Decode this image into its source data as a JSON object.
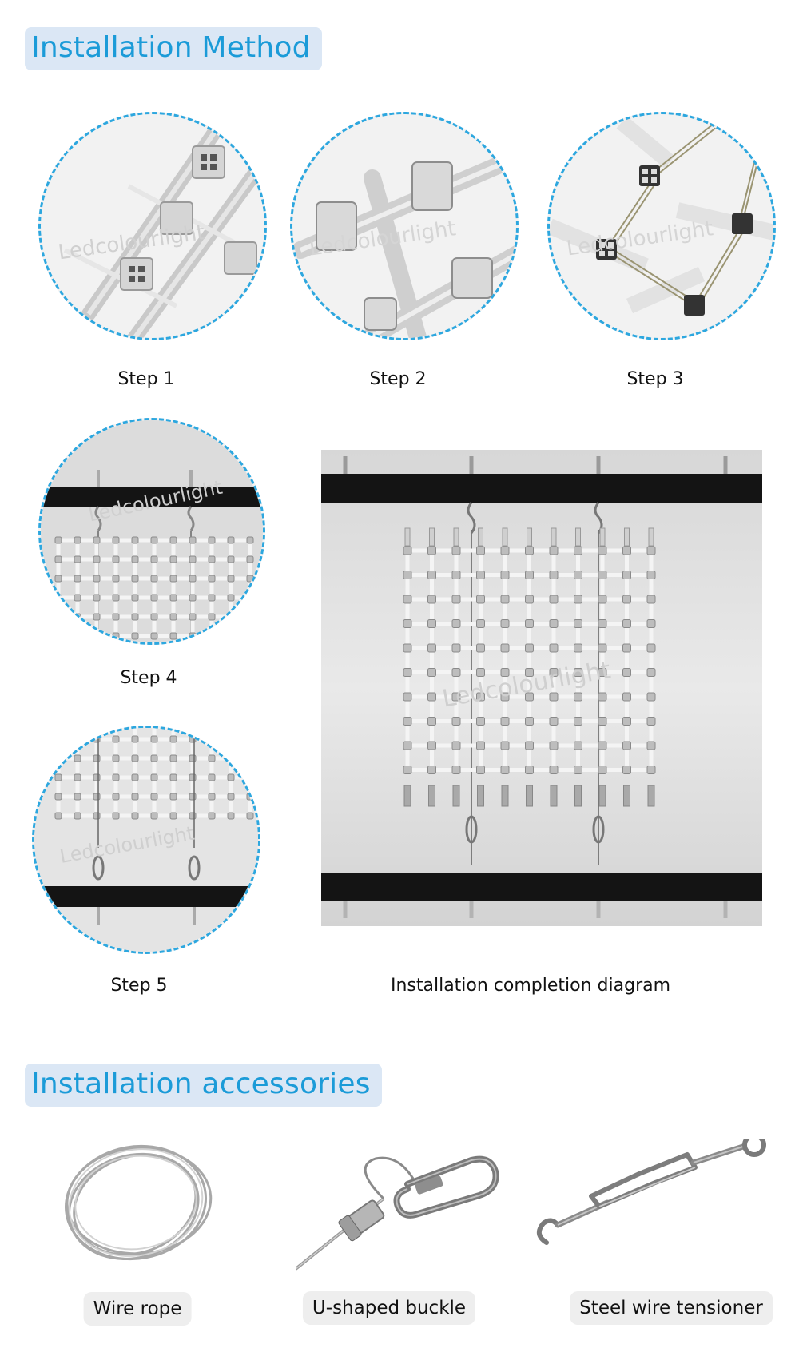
{
  "sections": {
    "method_title": "Installation Method",
    "accessories_title": "Installation accessories"
  },
  "steps": [
    {
      "label": "Step 1"
    },
    {
      "label": "Step 2"
    },
    {
      "label": "Step 3"
    },
    {
      "label": "Step 4"
    },
    {
      "label": "Step 5"
    }
  ],
  "completion": {
    "label": "Installation completion diagram"
  },
  "accessories": [
    {
      "label": "Wire rope"
    },
    {
      "label": "U-shaped buckle"
    },
    {
      "label": "Steel wire tensioner"
    }
  ],
  "watermark": "Ledcolourlight",
  "colors": {
    "accent": "#1b9bd8",
    "title_bg": "#dbe7f5",
    "dash": "#2da7df",
    "pill_bg": "#eeeeee",
    "bar": "#141414"
  }
}
